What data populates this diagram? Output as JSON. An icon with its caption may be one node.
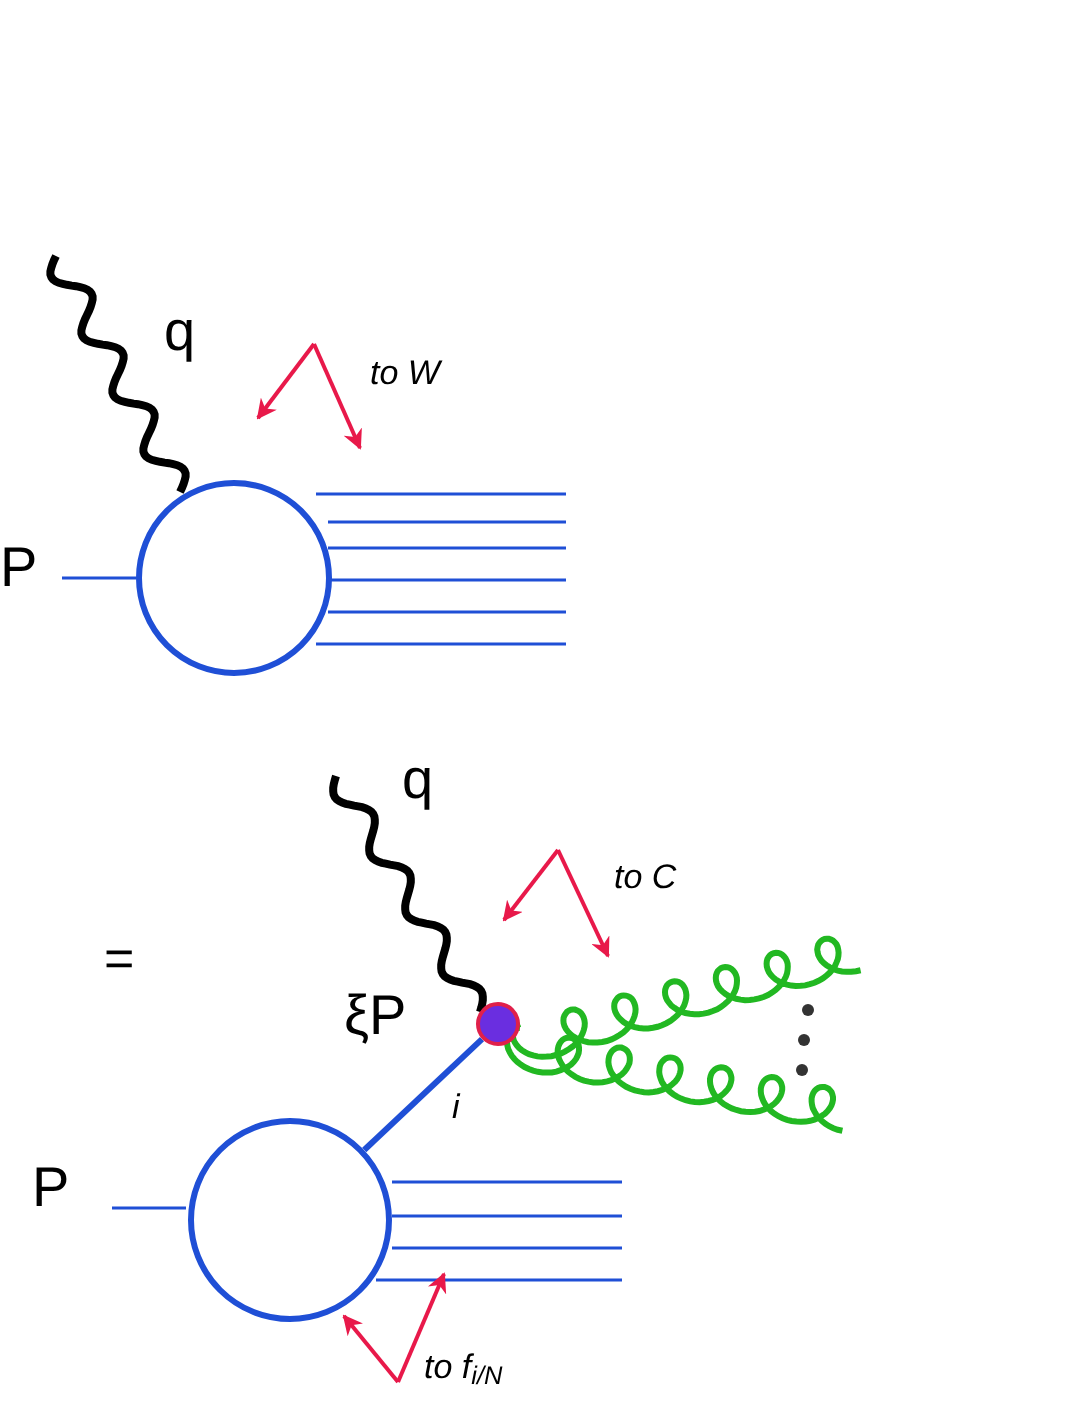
{
  "diagram": {
    "nodes": [
      {
        "text": [],
        "shape": "circle"
      },
      {
        "text": [],
        "shape": "circle"
      },
      {
        "text": [],
        "shape": "circle"
      }
    ],
    "edges": [
      {
        "from": 1,
        "to": 2,
        "arrow": "none",
        "label": "i"
      }
    ],
    "labels": [
      "q",
      "to W",
      "P",
      "=",
      "q",
      "to C",
      "ξP",
      "P",
      "to f$_{i/N}$"
    ]
  }
}
